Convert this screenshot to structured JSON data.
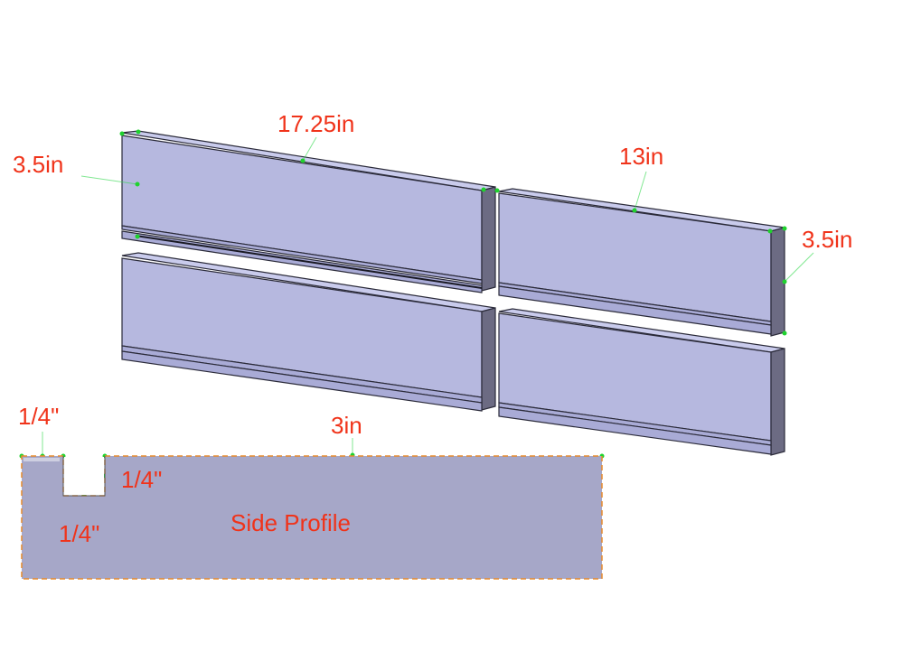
{
  "labels": {
    "board_length": "17.25in",
    "board_height_left": "3.5in",
    "short_board_length": "13in",
    "short_board_height": "3.5in",
    "notch_width": "1/4\"",
    "notch_depth": "1/4\"",
    "notch_offset": "1/4\"",
    "profile_width": "3in",
    "profile_title": "Side Profile"
  },
  "colors": {
    "label": "#f0331a",
    "board_face": "#b6b8df",
    "board_end": "#6c6b83",
    "profile_fill": "#a6a7c8",
    "profile_outline": "#e58a2c",
    "snap_point": "#1fd22e"
  }
}
